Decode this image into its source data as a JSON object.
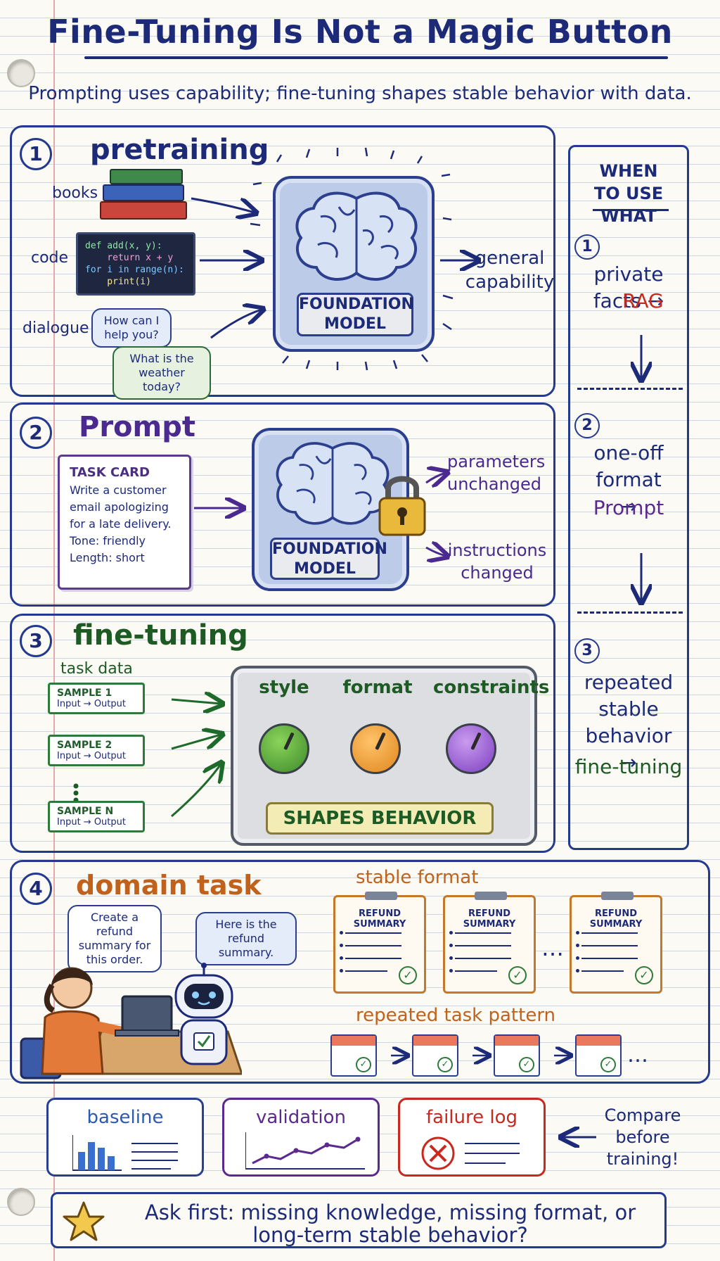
{
  "title": "Fine-Tuning Is Not a Magic Button",
  "subtitle": "Prompting uses capability; fine-tuning shapes stable behavior with data.",
  "colors": {
    "ink": "#1c2a78",
    "green": "#1e5a24",
    "purple": "#5b2a8f",
    "orange": "#c0621c",
    "red": "#c8281e"
  },
  "section1": {
    "num": "1",
    "heading": "pretraining",
    "inputs": [
      "books",
      "code",
      "dialogue"
    ],
    "code_lines": [
      "def add(x, y):",
      "    return x + y",
      "for i in range(n):",
      "    print(i)"
    ],
    "bubble_a": "How can I help you?",
    "bubble_b": "What is the weather today?",
    "model_label": "FOUNDATION MODEL",
    "output": "general capability"
  },
  "section2": {
    "num": "2",
    "heading": "Prompt",
    "card_title": "TASK CARD",
    "card_body": "Write a customer email apologizing for a late delivery.",
    "card_tone": "Tone: friendly",
    "card_length": "Length: short",
    "model_label": "FOUNDATION MODEL",
    "out_a": "parameters unchanged",
    "out_b": "instructions changed"
  },
  "section3": {
    "num": "3",
    "heading": "fine-tuning",
    "task_data": "task data",
    "samples": [
      {
        "title": "SAMPLE 1",
        "io": "Input → Output"
      },
      {
        "title": "SAMPLE 2",
        "io": "Input → Output"
      },
      {
        "title": "SAMPLE N",
        "io": "Input → Output"
      }
    ],
    "knobs": [
      "style",
      "format",
      "constraints"
    ],
    "shapes": "SHAPES BEHAVIOR"
  },
  "section4": {
    "num": "4",
    "heading": "domain task",
    "user_bubble": "Create a refund summary for this order.",
    "bot_bubble": "Here is the refund summary.",
    "stable_format": "stable format",
    "clip_title": "REFUND SUMMARY",
    "repeated": "repeated task pattern",
    "ellipsis": "…"
  },
  "checks": {
    "baseline": "baseline",
    "validation": "validation",
    "failure": "failure log",
    "compare": "Compare before training!"
  },
  "side": {
    "heading": "WHEN TO USE WHAT",
    "items": [
      {
        "num": "1",
        "text": "private facts →",
        "result": "RAG"
      },
      {
        "num": "2",
        "text": "one-off format →",
        "result": "Prompt"
      },
      {
        "num": "3",
        "text": "repeated stable behavior →",
        "result": "fine-tuning"
      }
    ]
  },
  "bottom": "Ask first: missing knowledge, missing format, or long-term stable behavior?"
}
